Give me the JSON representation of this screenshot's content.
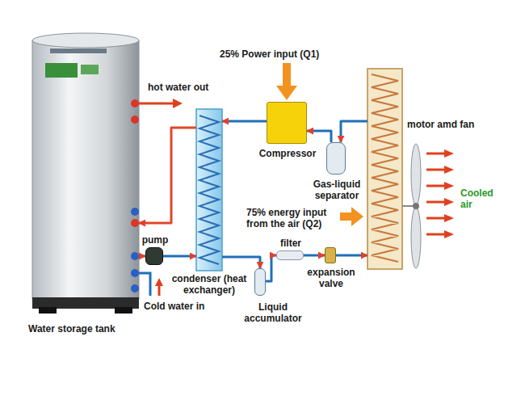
{
  "diagram": {
    "nodes": [
      {
        "text": [
          "Water storage tank"
        ]
      },
      {
        "text": [
          "Compressor"
        ]
      },
      {
        "text": [
          "condenser (heat exchanger)"
        ]
      },
      {
        "text": [
          "Gas-liquid separator"
        ]
      },
      {
        "text": [
          "motor amd fan"
        ]
      },
      {
        "text": [
          "pump"
        ]
      },
      {
        "text": [
          "filter"
        ]
      },
      {
        "text": [
          "expansion valve"
        ]
      },
      {
        "text": [
          "Liquid accumulator"
        ]
      }
    ],
    "edges": [
      {
        "from": 1,
        "to": 2,
        "arrow": "to"
      },
      {
        "from": 2,
        "to": 0,
        "arrow": "to"
      },
      {
        "from": 0,
        "to": 5,
        "arrow": "to"
      },
      {
        "from": 5,
        "to": 2,
        "arrow": "to"
      },
      {
        "from": 2,
        "to": 8,
        "arrow": "to"
      },
      {
        "from": 8,
        "to": 6,
        "arrow": "to"
      },
      {
        "from": 6,
        "to": 7,
        "arrow": "to"
      },
      {
        "from": 7,
        "to": 4,
        "arrow": "to"
      },
      {
        "from": 4,
        "to": 3,
        "arrow": "to"
      },
      {
        "from": 3,
        "to": 1,
        "arrow": "to"
      }
    ],
    "labels": [
      "hot water out",
      "25% Power input (Q1)",
      "75% energy input from the air (Q2)",
      "Cooled air",
      "Cold water in"
    ]
  }
}
